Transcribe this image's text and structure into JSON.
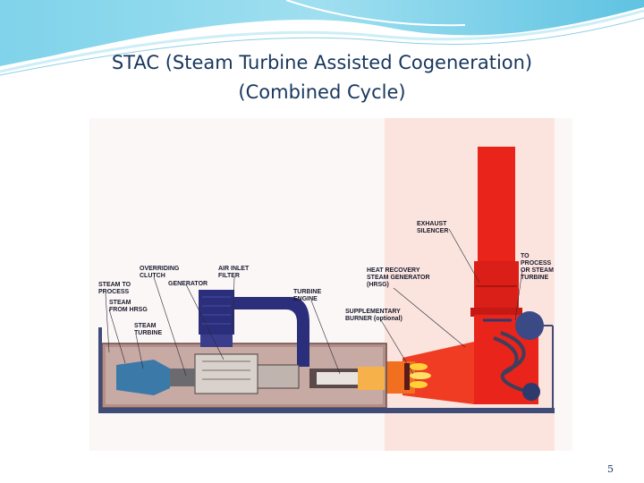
{
  "slide": {
    "title_line1": "STAC (Steam Turbine Assisted Cogeneration)",
    "title_line2": "(Combined Cycle)",
    "page_number": "5"
  },
  "diagram": {
    "labels": {
      "exhaust_silencer_1": "EXHAUST",
      "exhaust_silencer_2": "SILENCER",
      "to_process_1": "TO",
      "to_process_2": "PROCESS",
      "to_process_3": "OR STEAM",
      "to_process_4": "TURBINE",
      "overriding_clutch_1": "OVERRIDING",
      "overriding_clutch_2": "CLUTCH",
      "air_inlet_1": "AIR INLET",
      "air_inlet_2": "FILTER",
      "generator": "GENERATOR",
      "hrsg_1": "HEAT RECOVERY",
      "hrsg_2": "STEAM GENERATOR",
      "hrsg_3": "(HRSG)",
      "steam_to_process_1": "STEAM TO",
      "steam_to_process_2": "PROCESS",
      "turbine_engine_1": "TURBINE",
      "turbine_engine_2": "ENGINE",
      "steam_from_hrsg_1": "STEAM",
      "steam_from_hrsg_2": "FROM HRSG",
      "supp_burner_1": "SUPPLEMENTARY",
      "supp_burner_2": "BURNER (optional)",
      "steam_turbine_1": "STEAM",
      "steam_turbine_2": "TURBINE"
    }
  },
  "colors": {
    "title": "#17365d",
    "exhaust_red": "#e8241b",
    "intake_navy": "#2b2e7a",
    "enclosure": "#b28f8a",
    "frame": "#3f4c78",
    "flame": "#ffd23a"
  }
}
